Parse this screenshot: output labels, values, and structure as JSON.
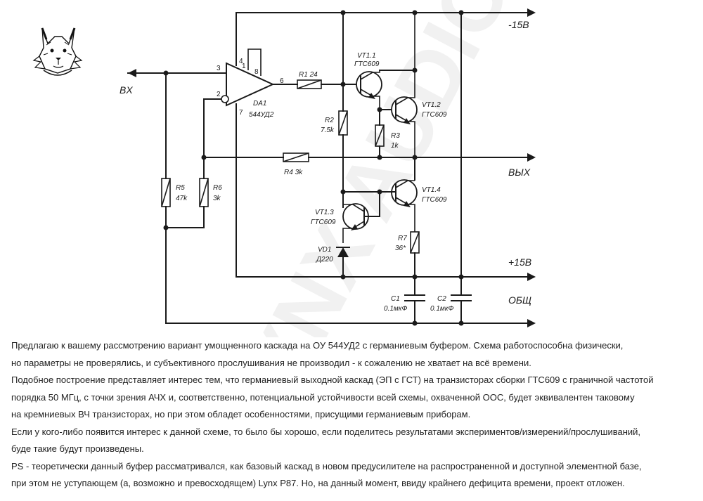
{
  "watermark": "LYNX AUDIO",
  "logo": {
    "name": "lynx-head-logo"
  },
  "labels": {
    "bx": "BX",
    "vyx": "ВЫХ",
    "minus15": "-15В",
    "plus15": "+15В",
    "obsh": "ОБЩ"
  },
  "components": {
    "da1": {
      "ref": "DA1",
      "value": "544УД2",
      "pins": {
        "p1": "1",
        "p2": "2",
        "p3": "3",
        "p4": "4",
        "p6": "6",
        "p7": "7",
        "p8": "8"
      }
    },
    "r1": {
      "ref": "R1",
      "value": "24"
    },
    "r2": {
      "ref": "R2",
      "value": "7.5k"
    },
    "r3": {
      "ref": "R3",
      "value": "1k"
    },
    "r4": {
      "ref": "R4",
      "value": "3k"
    },
    "r5": {
      "ref": "R5",
      "value": "47k"
    },
    "r6": {
      "ref": "R6",
      "value": "3k"
    },
    "r7": {
      "ref": "R7",
      "value": "36*"
    },
    "vt11": {
      "ref": "VT1.1",
      "value": "ГТС609"
    },
    "vt12": {
      "ref": "VT1.2",
      "value": "ГТС609"
    },
    "vt13": {
      "ref": "VT1.3",
      "value": "ГТС609"
    },
    "vt14": {
      "ref": "VT1.4",
      "value": "ГТС609"
    },
    "vd1": {
      "ref": "VD1",
      "value": "Д220"
    },
    "c1": {
      "ref": "C1",
      "value": "0.1мкФ"
    },
    "c2": {
      "ref": "C2",
      "value": "0.1мкФ"
    }
  },
  "paragraphs": [
    "Предлагаю к вашему рассмотрению вариант умощненного каскада на ОУ 544УД2 с германиевым буфером. Схема работоспособна физически,",
    " но параметры не проверялись, и субъективного прослушивания не производил - к сожалению не  хватает на всё времени.",
    " Подобное построение представляет интерес тем, что германиевый выходной каскад (ЭП с ГСТ) на транзисторах сборки ГТС609 с граничной частотой",
    "порядка  50 МГц, с точки зрения АЧХ и, соответственно, потенциальной устойчивости всей схемы, охваченной ООС, будет эквивалентен таковому",
    "на кремниевых ВЧ транзисторах, но при этом обладет особенностями, присущими германиевым  приборам.",
    "Если у кого-либо появится интерес к данной схеме, то было бы хорошо, если  поделитесь результатами экспериментов/измерений/прослушиваний,",
    " буде такие  будут произведены.",
    "PS - теоретически данный буфер рассматривался, как базовый каскад в новом  предусилителе на распространенной и доступной элементной базе,",
    " при этом не уступающем (а, возможно и превосходящем) Lynx P87.  Но, на данный момент,  ввиду крайнего дефицита времени, проект отложен."
  ]
}
